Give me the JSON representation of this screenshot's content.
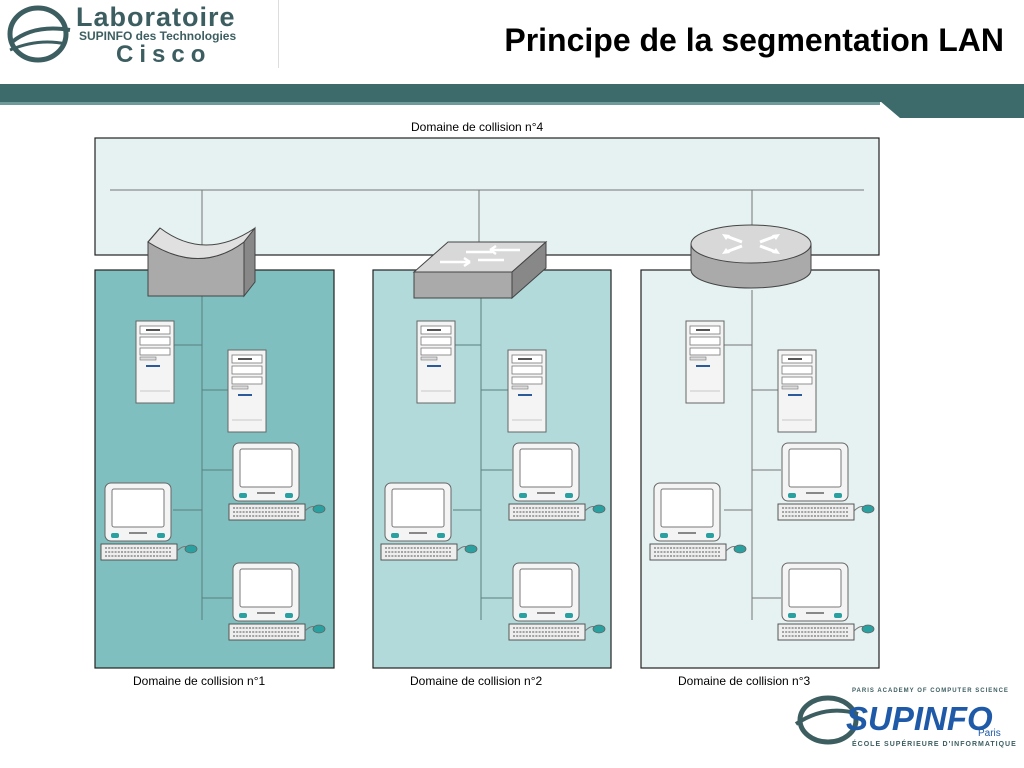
{
  "header": {
    "logo_line1": "Laboratoire",
    "logo_line2": "SUPINFO des Technologies",
    "logo_line3": "Cisco",
    "title": "Principe de la segmentation LAN"
  },
  "diagram": {
    "backbone_caption": "Domaine de collision n°4",
    "domains": [
      {
        "caption": "Domaine de collision n°1",
        "device": "hub-icon",
        "color": "#80bfbf"
      },
      {
        "caption": "Domaine de collision n°2",
        "device": "switch-icon",
        "color": "#b3dada"
      },
      {
        "caption": "Domaine de collision n°3",
        "device": "router-icon",
        "color": "#e6f2f2"
      }
    ],
    "backbone_color": "#e6f2f2"
  },
  "footer": {
    "tagline_top": "PARIS ACADEMY OF COMPUTER SCIENCE",
    "brand": "SUPINFO",
    "city": "Paris",
    "tagline_bottom": "ÉCOLE SUPÉRIEURE D'INFORMATIQUE"
  },
  "colors": {
    "accent": "#3d6b6b",
    "brand_blue": "#1e5aa8"
  }
}
